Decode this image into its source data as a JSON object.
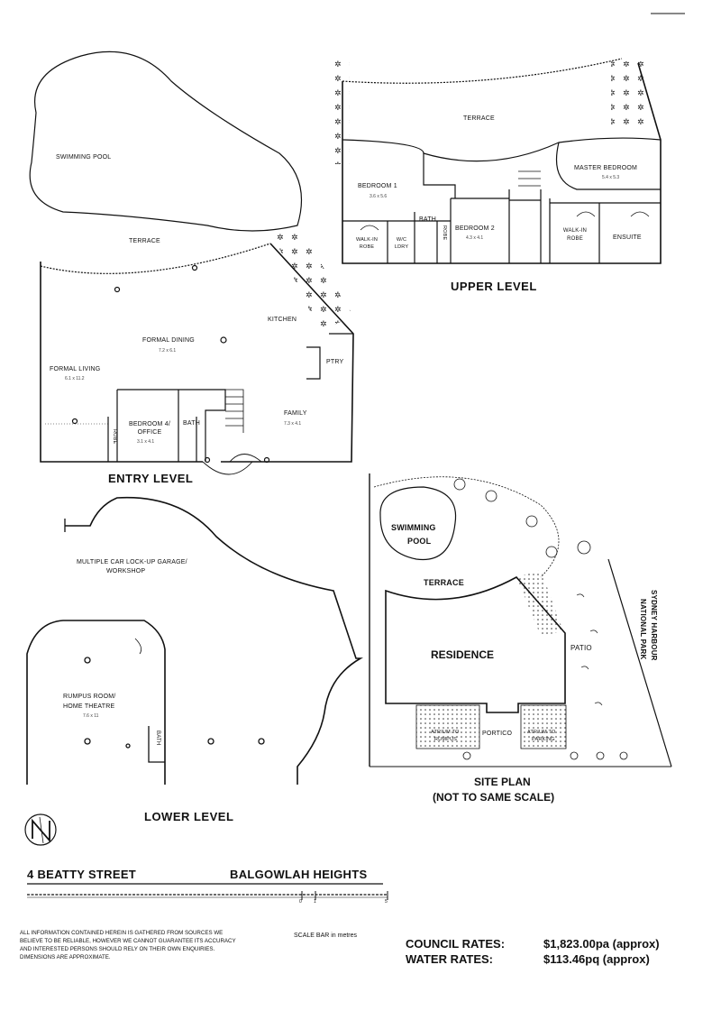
{
  "levels": {
    "upper": {
      "title": "UPPER LEVEL",
      "rooms": {
        "terrace": "TERRACE",
        "master_bedroom": "MASTER BEDROOM",
        "master_bedroom_dim": "5.4 x 5.3",
        "bedroom1": "BEDROOM 1",
        "bedroom1_dim": "3.6 x 5.6",
        "bedroom2": "BEDROOM 2",
        "bedroom2_dim": "4.3 x 4.1",
        "bath": "BATH",
        "walkin_robe_left": "WALK-IN ROBE",
        "ldry": "W/C LDRY",
        "robe": "ROBE",
        "walkin_robe_right": "WALK-IN ROBE",
        "ensuite": "ENSUITE"
      }
    },
    "entry": {
      "title": "ENTRY LEVEL",
      "rooms": {
        "swimming_pool": "SWIMMING POOL",
        "terrace": "TERRACE",
        "kitchen": "KITCHEN",
        "formal_dining": "FORMAL DINING",
        "formal_dining_dim": "7.2 x 6.1",
        "formal_living": "FORMAL LIVING",
        "formal_living_dim": "6.1 x 11.2",
        "ptry": "PTRY",
        "bedroom4": "BEDROOM 4/ OFFICE",
        "bedroom4_dim": "3.1 x 4.1",
        "bath": "BATH",
        "robe": "ROBE",
        "family": "FAMILY",
        "family_dim": "7.3 x 4.1"
      }
    },
    "lower": {
      "title": "LOWER LEVEL",
      "rooms": {
        "garage_line1": "MULTIPLE CAR LOCK-UP GARAGE/",
        "garage_line2": "WORKSHOP",
        "rumpus_line1": "RUMPUS ROOM/",
        "rumpus_line2": "HOME THEATRE",
        "rumpus_dim": "7.6 x 11",
        "bath": "BATH"
      }
    }
  },
  "site_plan": {
    "swimming_pool_line1": "SWIMMING",
    "swimming_pool_line2": "POOL",
    "terrace": "TERRACE",
    "residence": "RESIDENCE",
    "patio": "PATIO",
    "park_line1": "SYDNEY HARBOUR",
    "park_line2": "NATIONAL PARK",
    "atrium_rumpus_line1": "ATRIUM TO",
    "atrium_rumpus_line2": "RUMPUS",
    "portico": "PORTICO",
    "atrium_parking_line1": "ATRIUM TO",
    "atrium_parking_line2": "PARKING",
    "title": "SITE PLAN",
    "subtitle": "(NOT TO SAME SCALE)"
  },
  "footer": {
    "address_street": "4 BEATTY STREET",
    "address_suburb": "BALGOWLAH HEIGHTS",
    "scale_ticks": [
      "0",
      "1",
      "5"
    ],
    "scale_label": "SCALE BAR in metres",
    "disclaimer": [
      "ALL INFORMATION CONTAINED HEREIN IS GATHERED FROM SOURCES WE",
      "BELIEVE TO BE RELIABLE, HOWEVER WE CANNOT GUARANTEE ITS ACCURACY",
      "AND INTERESTED PERSONS SHOULD RELY ON THEIR OWN ENQUIRIES.",
      "DIMENSIONS ARE APPROXIMATE."
    ],
    "council_label": "COUNCIL RATES:",
    "council_value": "$1,823.00pa (approx)",
    "water_label": "WATER RATES:",
    "water_value": "$113.46pq (approx)"
  },
  "icons": {
    "north": "north-arrow-icon"
  }
}
